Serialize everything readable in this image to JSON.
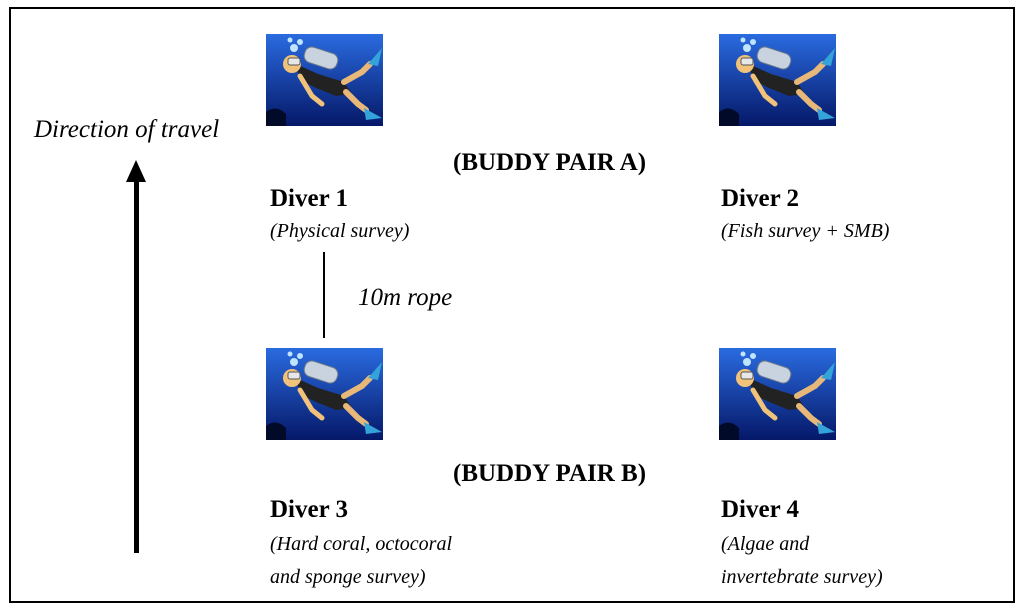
{
  "direction_label": "Direction of travel",
  "rope_label": "10m rope",
  "pairs": [
    {
      "label": "(BUDDY PAIR A)"
    },
    {
      "label": "(BUDDY PAIR B)"
    }
  ],
  "divers": [
    {
      "name": "Diver 1",
      "role_lines": [
        "(Physical survey)"
      ]
    },
    {
      "name": "Diver 2",
      "role_lines": [
        "(Fish survey + SMB)"
      ]
    },
    {
      "name": "Diver 3",
      "role_lines": [
        "(Hard coral, octocoral",
        "and sponge survey)"
      ]
    },
    {
      "name": "Diver 4",
      "role_lines": [
        "(Algae and",
        "invertebrate survey)"
      ]
    }
  ],
  "colors": {
    "water_top": "#1a57c9",
    "water_bottom": "#061a6e",
    "line": "#000000"
  }
}
